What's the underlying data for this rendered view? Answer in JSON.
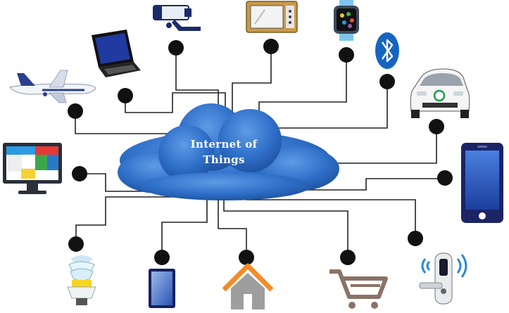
{
  "diagram": {
    "center_label_line1": "Internet of",
    "center_label_line2": "Things",
    "devices": [
      {
        "id": "cctv-camera",
        "icon": "cctv-camera-icon"
      },
      {
        "id": "microwave-oven",
        "icon": "microwave-icon"
      },
      {
        "id": "smartwatch",
        "icon": "smartwatch-icon"
      },
      {
        "id": "laptop",
        "icon": "laptop-icon"
      },
      {
        "id": "bluetooth",
        "icon": "bluetooth-icon"
      },
      {
        "id": "airplane",
        "icon": "airplane-icon"
      },
      {
        "id": "car",
        "icon": "car-icon"
      },
      {
        "id": "monitor",
        "icon": "monitor-icon"
      },
      {
        "id": "smartphone",
        "icon": "smartphone-icon"
      },
      {
        "id": "light-bulb",
        "icon": "light-bulb-icon"
      },
      {
        "id": "tablet",
        "icon": "tablet-icon"
      },
      {
        "id": "house",
        "icon": "house-icon"
      },
      {
        "id": "shopping-cart",
        "icon": "shopping-cart-icon"
      },
      {
        "id": "smart-lock",
        "icon": "smart-lock-icon"
      }
    ],
    "colors": {
      "cloud": "#2f6fc8",
      "cloud_dark": "#1d4f9f",
      "connector": "#222222",
      "node": "#111111",
      "label": "#ffffff"
    }
  }
}
